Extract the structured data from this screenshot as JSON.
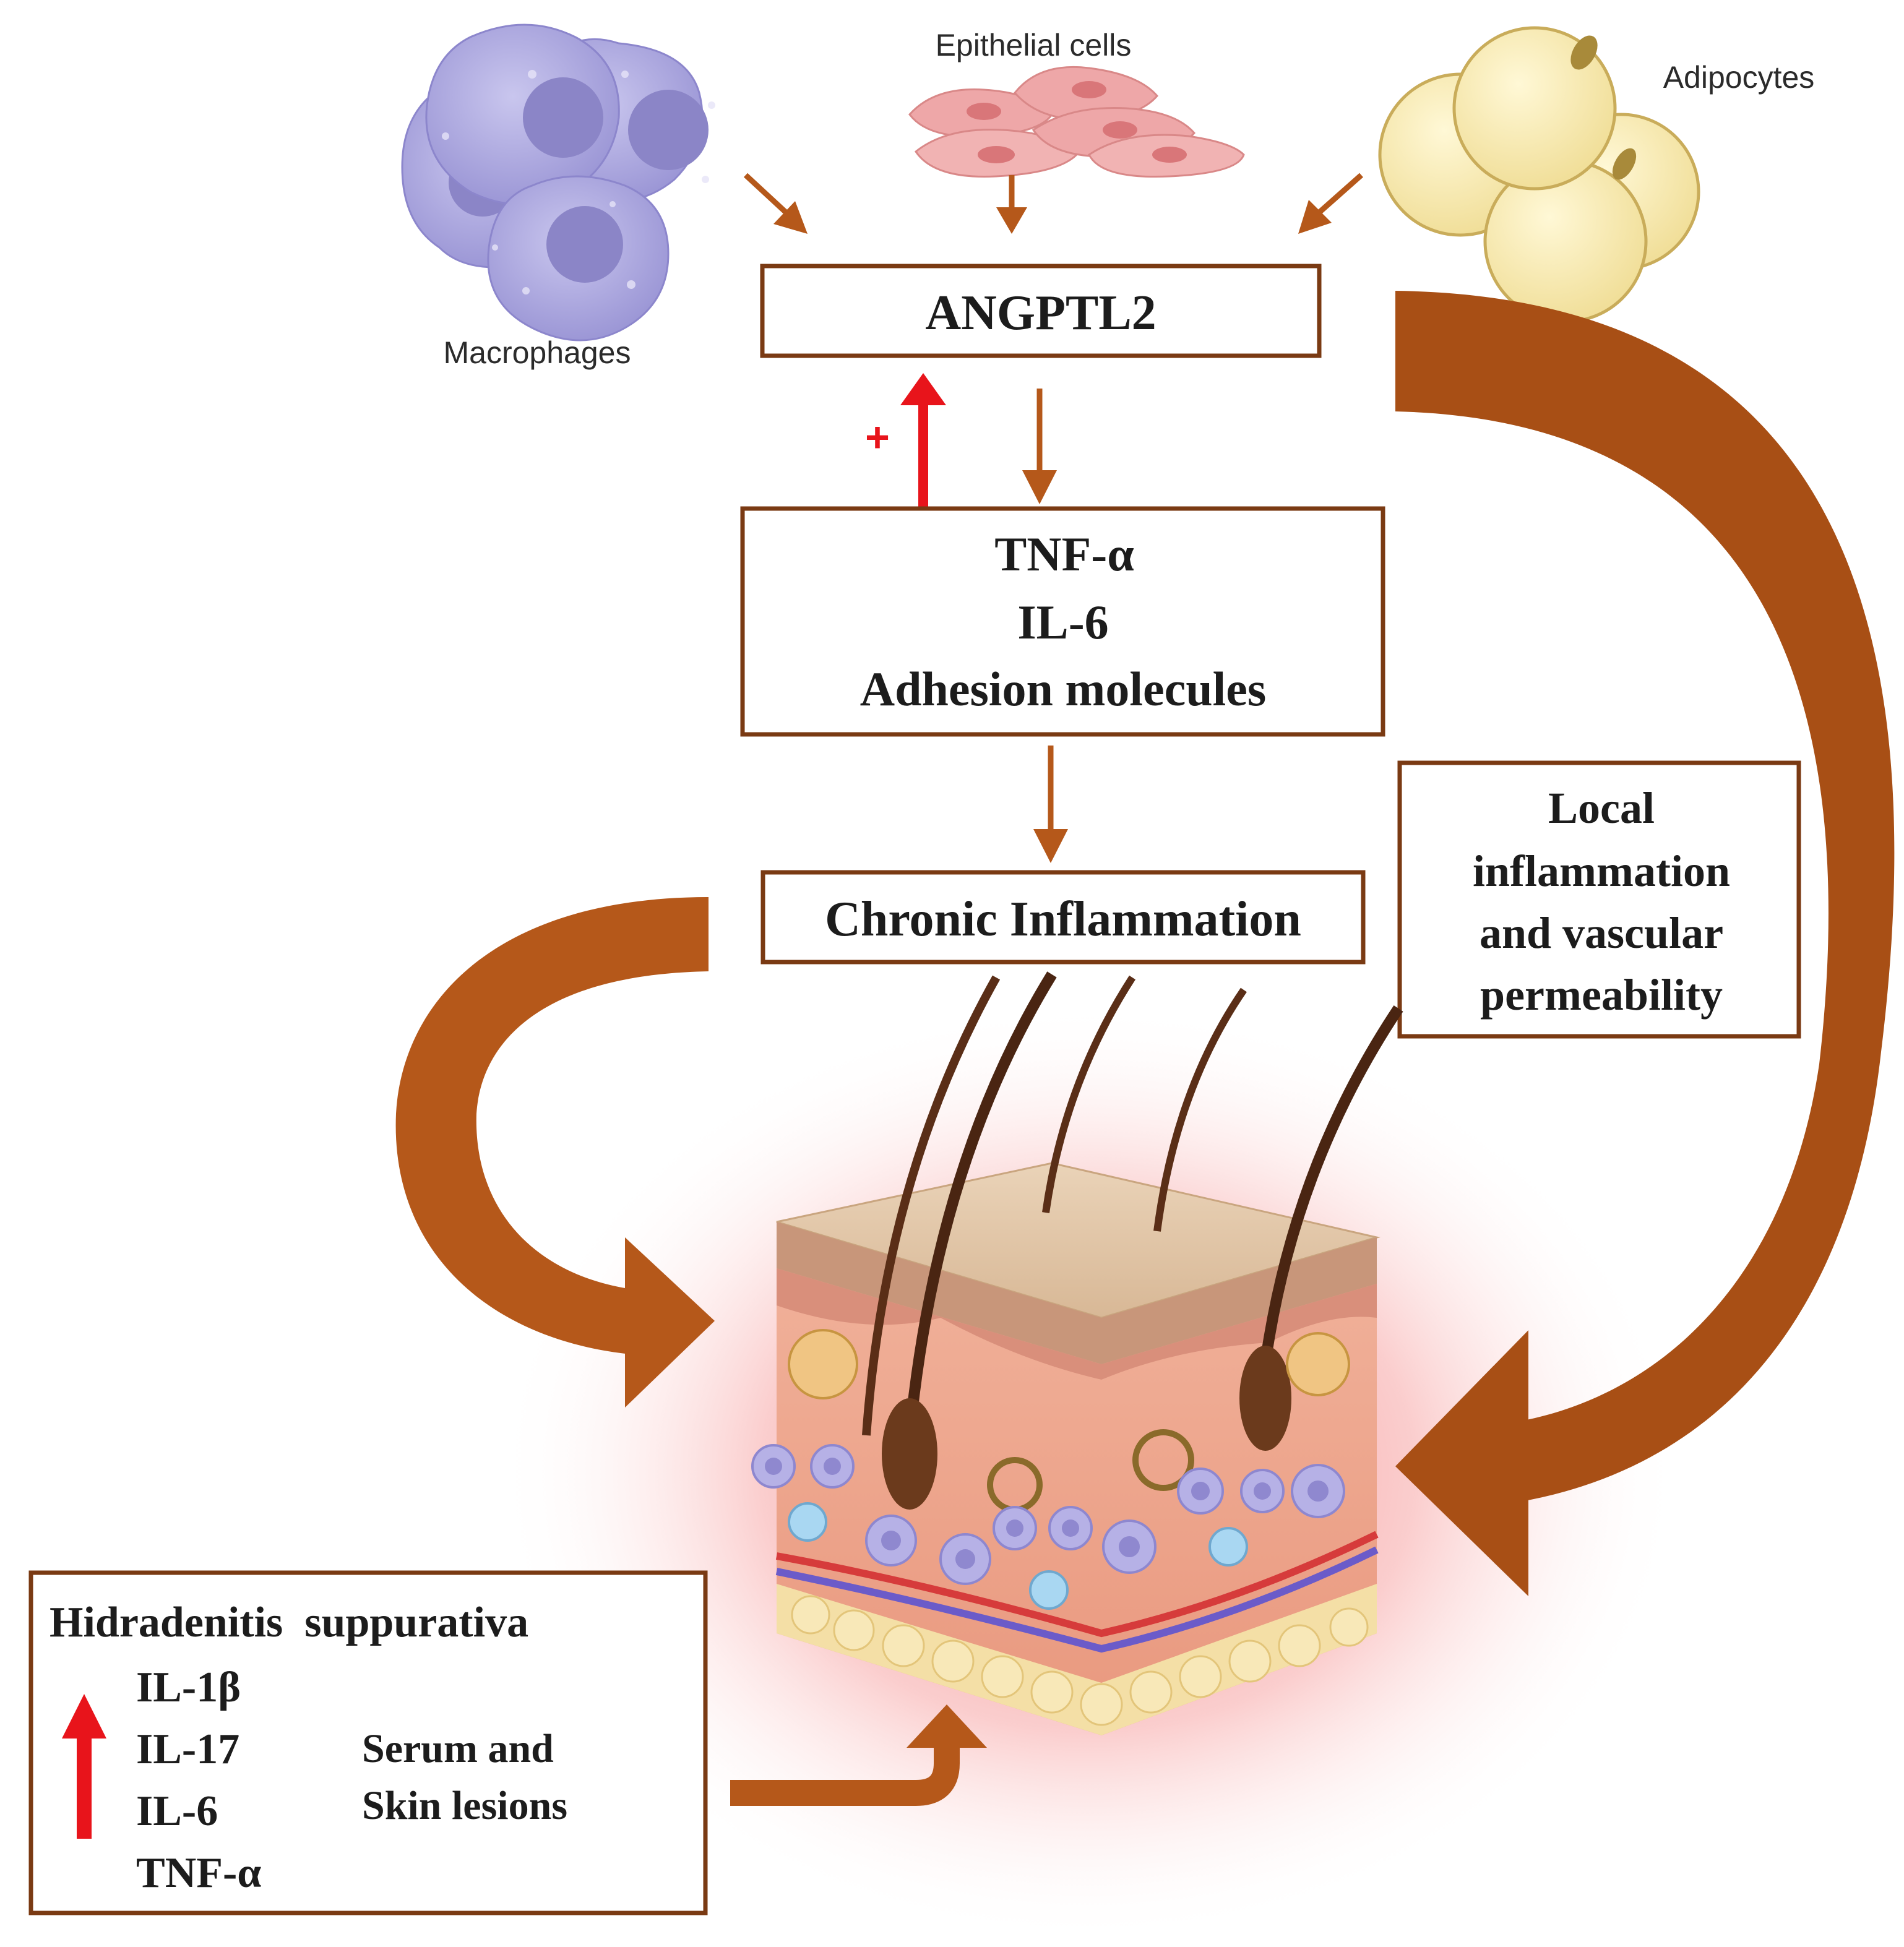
{
  "cell_sources": {
    "macrophages": "Macrophages",
    "epithelial": "Epithelial cells",
    "adipocytes": "Adipocytes"
  },
  "nodes": {
    "angptl2": "ANGPTL2",
    "cytokines": [
      "TNF-α",
      "IL-6",
      "Adhesion molecules"
    ],
    "chronic": "Chronic Inflammation",
    "local": [
      "Local",
      "inflammation",
      "and vascular",
      "permeability"
    ]
  },
  "feedback_sign": "+",
  "hs_box": {
    "title": "Hidradenitis  suppurativa",
    "markers": [
      "IL-1β",
      "IL-17",
      "IL-6",
      "TNF-α"
    ],
    "location": [
      "Serum and",
      "Skin lesions"
    ]
  },
  "colors": {
    "arrow": "#b5581a",
    "box_border": "#7a3a13",
    "positive_feedback": "#e8141b"
  },
  "icons": [
    "macrophage-cluster",
    "epithelial-cells",
    "adipocyte-cluster",
    "skin-cross-section"
  ]
}
